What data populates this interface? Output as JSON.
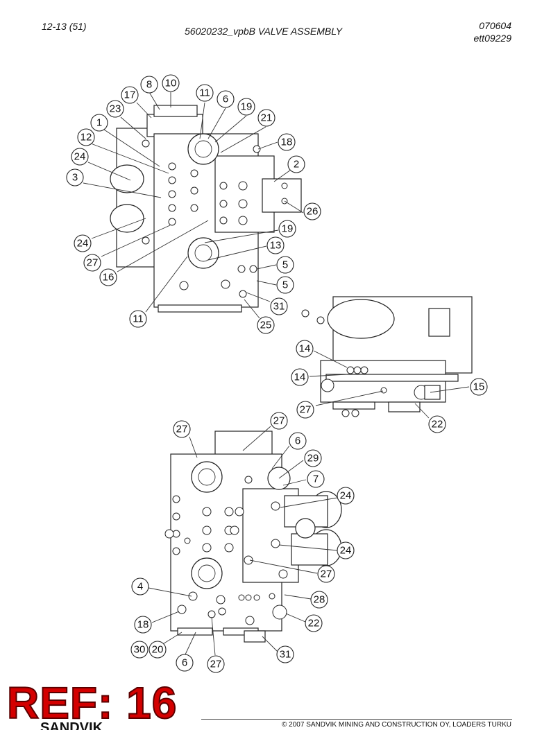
{
  "header": {
    "page_ref": "12-13 (51)",
    "title": "56020232_vpbB VALVE ASSEMBLY",
    "date": "070604",
    "code": "ett09229"
  },
  "views": {
    "top": {
      "callouts": [
        "8",
        "10",
        "17",
        "11",
        "6",
        "19",
        "23",
        "21",
        "1",
        "18",
        "12",
        "24",
        "2",
        "3",
        "26",
        "19",
        "24",
        "13",
        "27",
        "5",
        "16",
        "5",
        "31",
        "11",
        "25"
      ]
    },
    "middle": {
      "callouts": [
        "14",
        "14",
        "15",
        "27",
        "22"
      ]
    },
    "bottom": {
      "callouts": [
        "27",
        "27",
        "6",
        "29",
        "7",
        "24",
        "24",
        "27",
        "4",
        "28",
        "18",
        "22",
        "30",
        "20",
        "31",
        "6",
        "27"
      ]
    }
  },
  "stamp": {
    "text": "REF: 16",
    "color": "#d40000"
  },
  "brand": {
    "text": "SANDVIK"
  },
  "footer": {
    "copyright": "© 2007 SANDVIK MINING AND CONSTRUCTION OY, LOADERS TURKU"
  }
}
